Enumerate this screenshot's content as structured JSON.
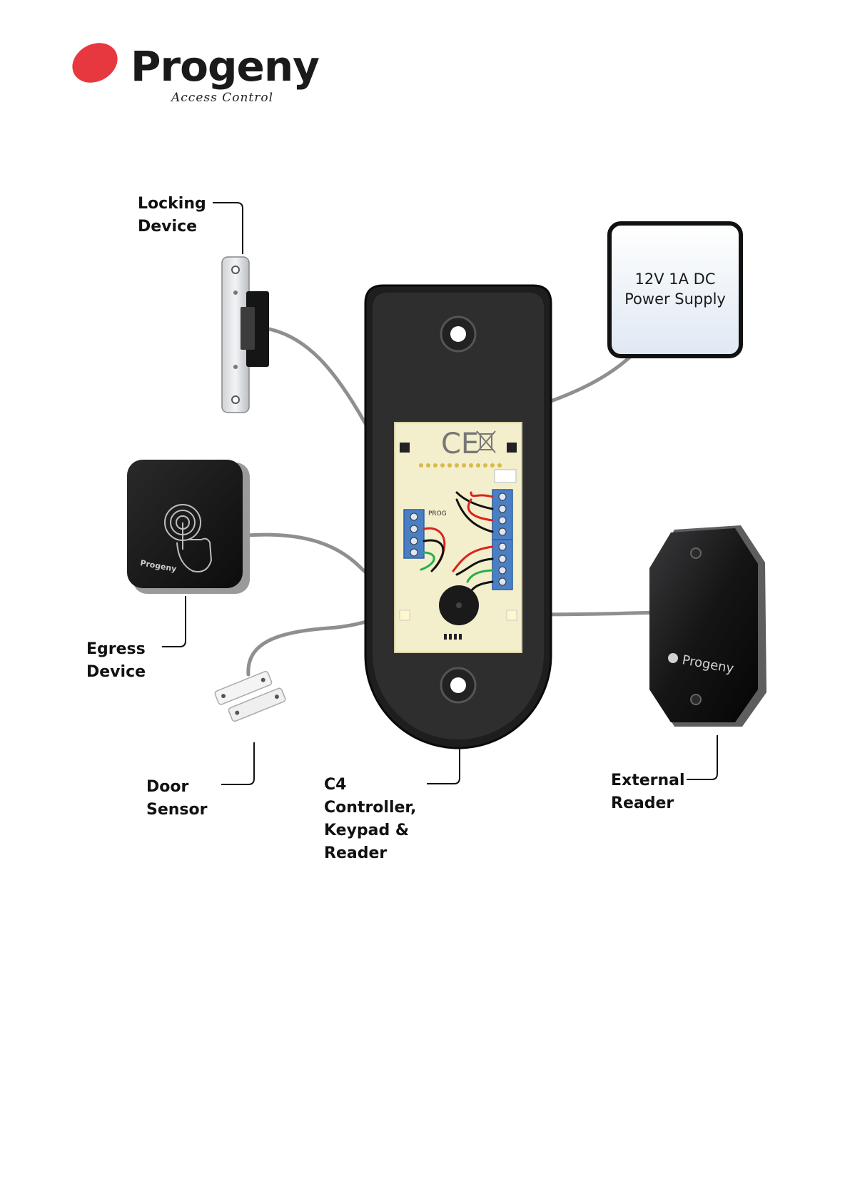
{
  "brand": {
    "name": "Progeny",
    "tagline": "Access Control",
    "accent_color": "#e8383f"
  },
  "power_supply": {
    "line1": "12V 1A DC",
    "line2": "Power Supply"
  },
  "labels": {
    "locking_device": "Locking\nDevice",
    "egress_device": "Egress\nDevice",
    "door_sensor": "Door\nSensor",
    "controller": "C4\nController,\nKeypad &\nReader",
    "external_reader": "External\nReader"
  },
  "device_branding": {
    "egress": "Progeny",
    "reader": "Progeny"
  },
  "pcb": {
    "ce_mark": "CE",
    "prog_label": "PROG"
  },
  "colors": {
    "cable": "#8f8f8f",
    "housing": "#2d2d2d",
    "pcb": "#f3eecb",
    "terminal_block": "#4a7fc4",
    "wire_red": "#d8241f",
    "wire_green": "#22b04b"
  }
}
